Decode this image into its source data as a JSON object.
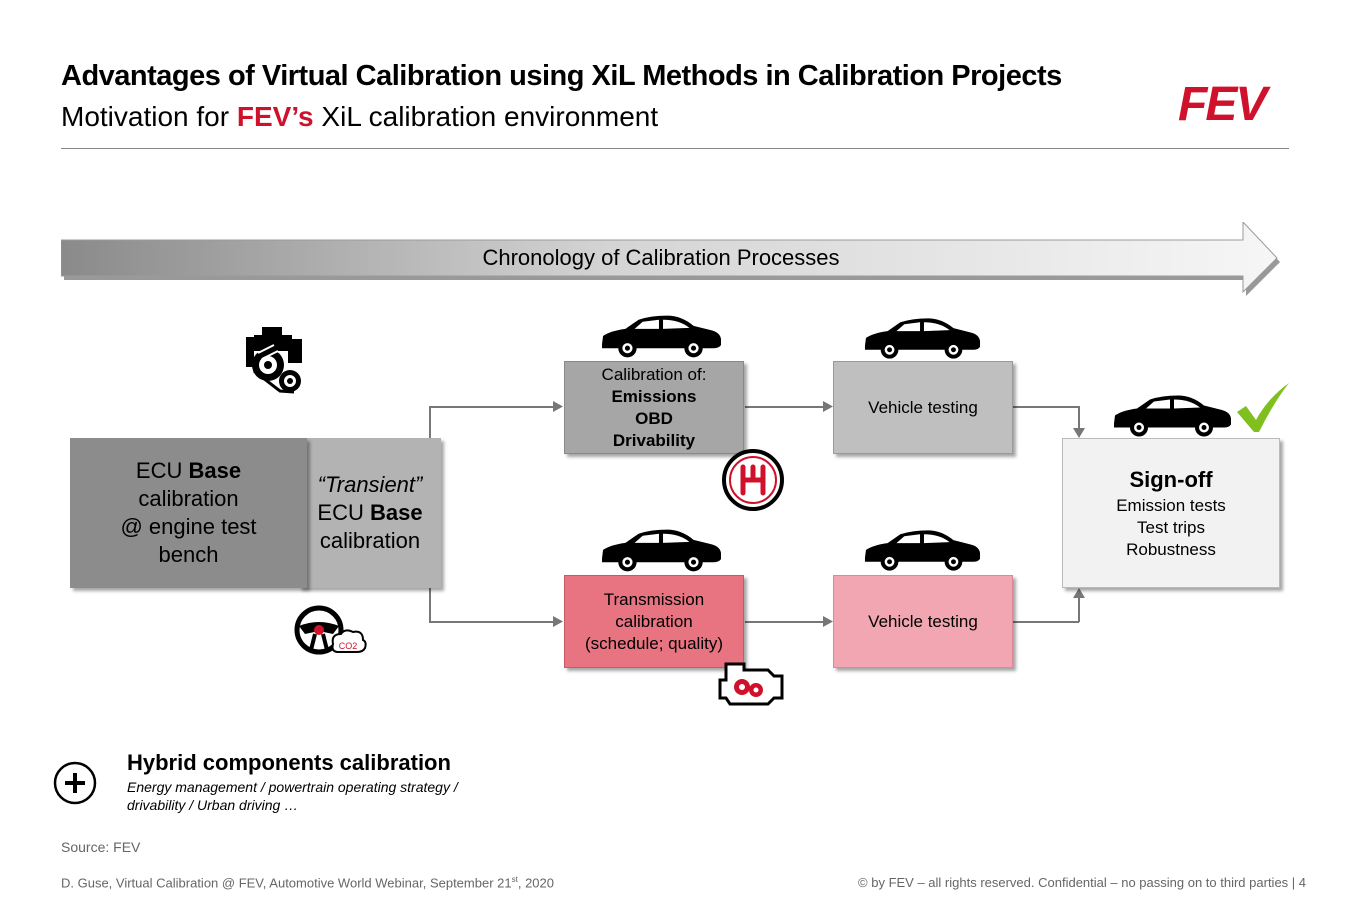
{
  "header": {
    "title": "Advantages of Virtual Calibration using XiL Methods in Calibration Projects",
    "subtitle_pre": "Motivation for ",
    "subtitle_brand": "FEV’s",
    "subtitle_post": " XiL calibration environment",
    "logo_text": "FEV"
  },
  "timeline": {
    "label": "Chronology of Calibration Processes"
  },
  "ecu_base": {
    "l1": "ECU ",
    "l1_bold": "Base",
    "l2": "calibration",
    "l3": "@ engine test",
    "l4": "bench"
  },
  "transient": {
    "l1": "“Transient”",
    "l2": "ECU ",
    "l2_bold": "Base",
    "l3": "calibration"
  },
  "calibration": {
    "l1": "Calibration of:",
    "l2": "Emissions",
    "l3": "OBD",
    "l4": "Drivability"
  },
  "vehicle_top": {
    "label": "Vehicle testing"
  },
  "transmission": {
    "l1": "Transmission",
    "l2": "calibration",
    "l3": "(schedule; quality)"
  },
  "vehicle_bottom": {
    "label": "Vehicle testing"
  },
  "signoff": {
    "title": "Sign-off",
    "l1": "Emission tests",
    "l2": "Test trips",
    "l3": "Robustness"
  },
  "hybrid": {
    "title": "Hybrid components calibration",
    "l1": "Energy management / powertrain operating strategy /",
    "l2": "drivability / Urban driving …"
  },
  "co2_label": "CO2",
  "source": "Source: FEV",
  "footer": {
    "left_pre": "D. Guse, Virtual Calibration @ FEV, Automotive World Webinar, September 21",
    "left_sup": "st",
    "left_post": ", 2020",
    "right": "© by FEV – all rights reserved. Confidential – no passing on to third parties  |  4"
  },
  "colors": {
    "brand_red": "#d0112b",
    "dark_gray": "#8c8c8c",
    "mid_gray": "#a6a6a6",
    "light_gray": "#bfbfbf",
    "pink": "#e87381",
    "light_pink": "#f2a6b1",
    "check_green": "#7fbf1e"
  }
}
